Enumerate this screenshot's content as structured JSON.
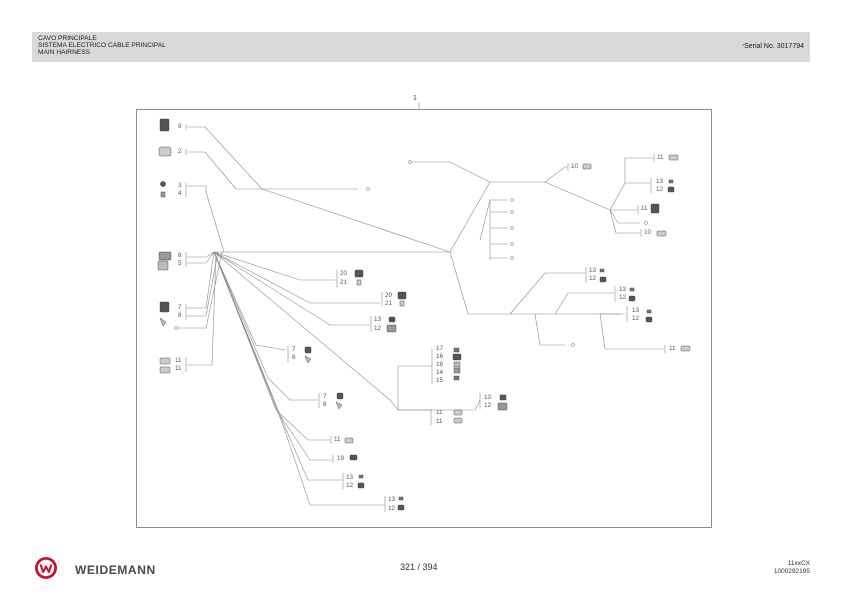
{
  "header": {
    "title_lines": [
      "CAVO PRINCIPALE",
      "SISTEMA ELECTRICO CABLE PRINCIPAL",
      "MAIN HAIRNESS"
    ],
    "serial_label": "Serial No. 3017794",
    "serial_mark": "*"
  },
  "drawing": {
    "assembly_number": "1",
    "callouts": {
      "c9": "9",
      "c2": "2",
      "c3": "3",
      "c4": "4",
      "c6": "6",
      "c5": "5",
      "c7a": "7",
      "c8a": "8",
      "c11a": "11",
      "c11b": "11",
      "c20a": "20",
      "c21a": "21",
      "c20b": "20",
      "c21b": "21",
      "c13a": "13",
      "c12a": "12",
      "c7b": "7",
      "c8b": "8",
      "c17": "17",
      "c16": "16",
      "c18": "18",
      "c14": "14",
      "c15": "15",
      "c7c": "7",
      "c8c": "8",
      "c11c": "11",
      "c11d": "11",
      "c13b": "13",
      "c12b": "12",
      "c11e": "11",
      "c19": "19",
      "c13c": "13",
      "c12c": "12",
      "c13d": "13",
      "c12d": "12",
      "c10a": "10",
      "c11f": "11",
      "c13e": "13",
      "c12e": "12",
      "c11g": "11",
      "c10b": "10",
      "c13f": "13",
      "c12f": "12",
      "c13g": "13",
      "c12g": "12",
      "c13h": "13",
      "c12h": "12",
      "c11h": "11"
    }
  },
  "footer": {
    "brand": "WEIDEMANN",
    "page": "321 / 394",
    "model": "11xxCX",
    "doc_number": "1000292195"
  },
  "colors": {
    "header_bg": "#d9d9d9",
    "logo_red": "#c8102e",
    "line": "#8a8a8a"
  }
}
